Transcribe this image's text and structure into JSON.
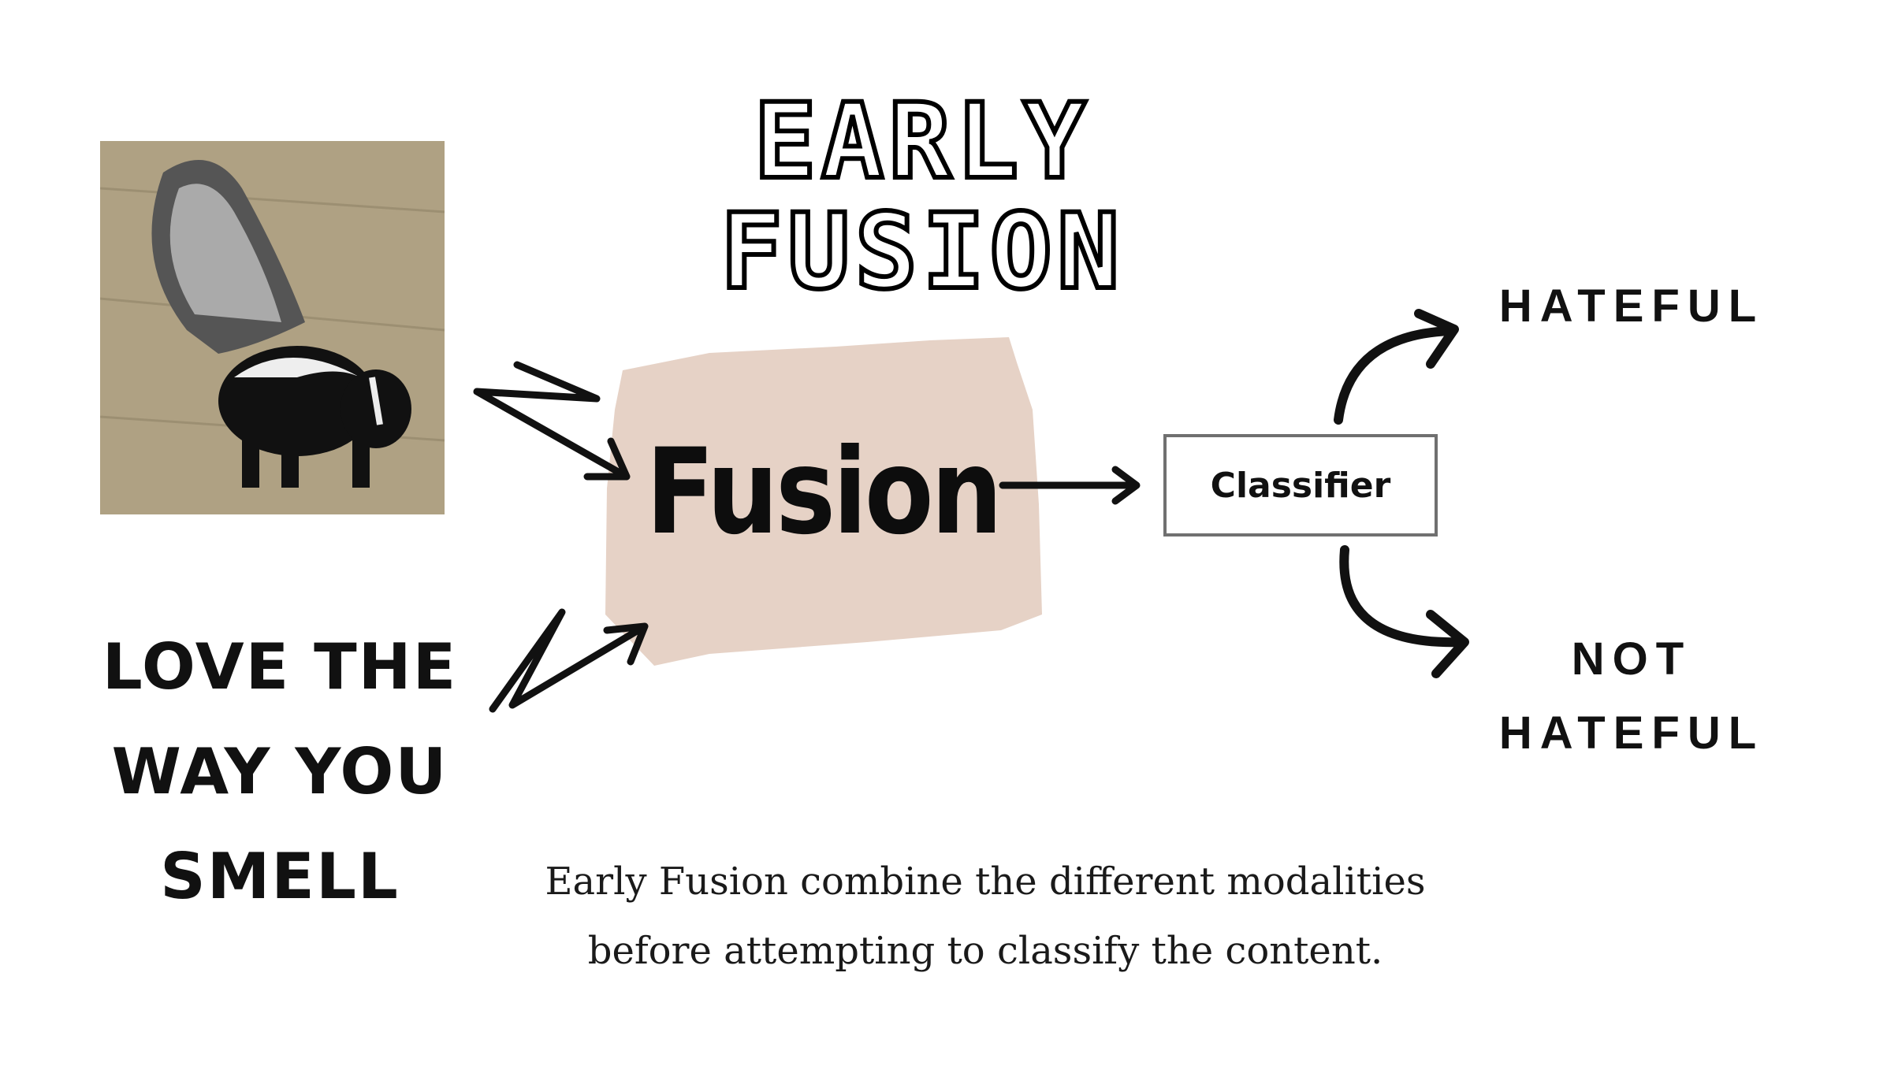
{
  "title": "EARLY FUSION",
  "fusion_label": "Fusion",
  "classifier_label": "Classifier",
  "outputs": {
    "hateful": "HATEFUL",
    "not_hateful_line1": "NOT",
    "not_hateful_line2": "HATEFUL"
  },
  "meme_text": {
    "line1": "LOVE THE",
    "line2": "WAY YOU",
    "line3": "SMELL"
  },
  "caption": {
    "line1": "Early Fusion combine the different modalities",
    "line2": "before attempting to classify the content."
  },
  "colors": {
    "fusion_box": "#e6d2c6",
    "classifier_border": "#707070",
    "ink": "#111111"
  }
}
